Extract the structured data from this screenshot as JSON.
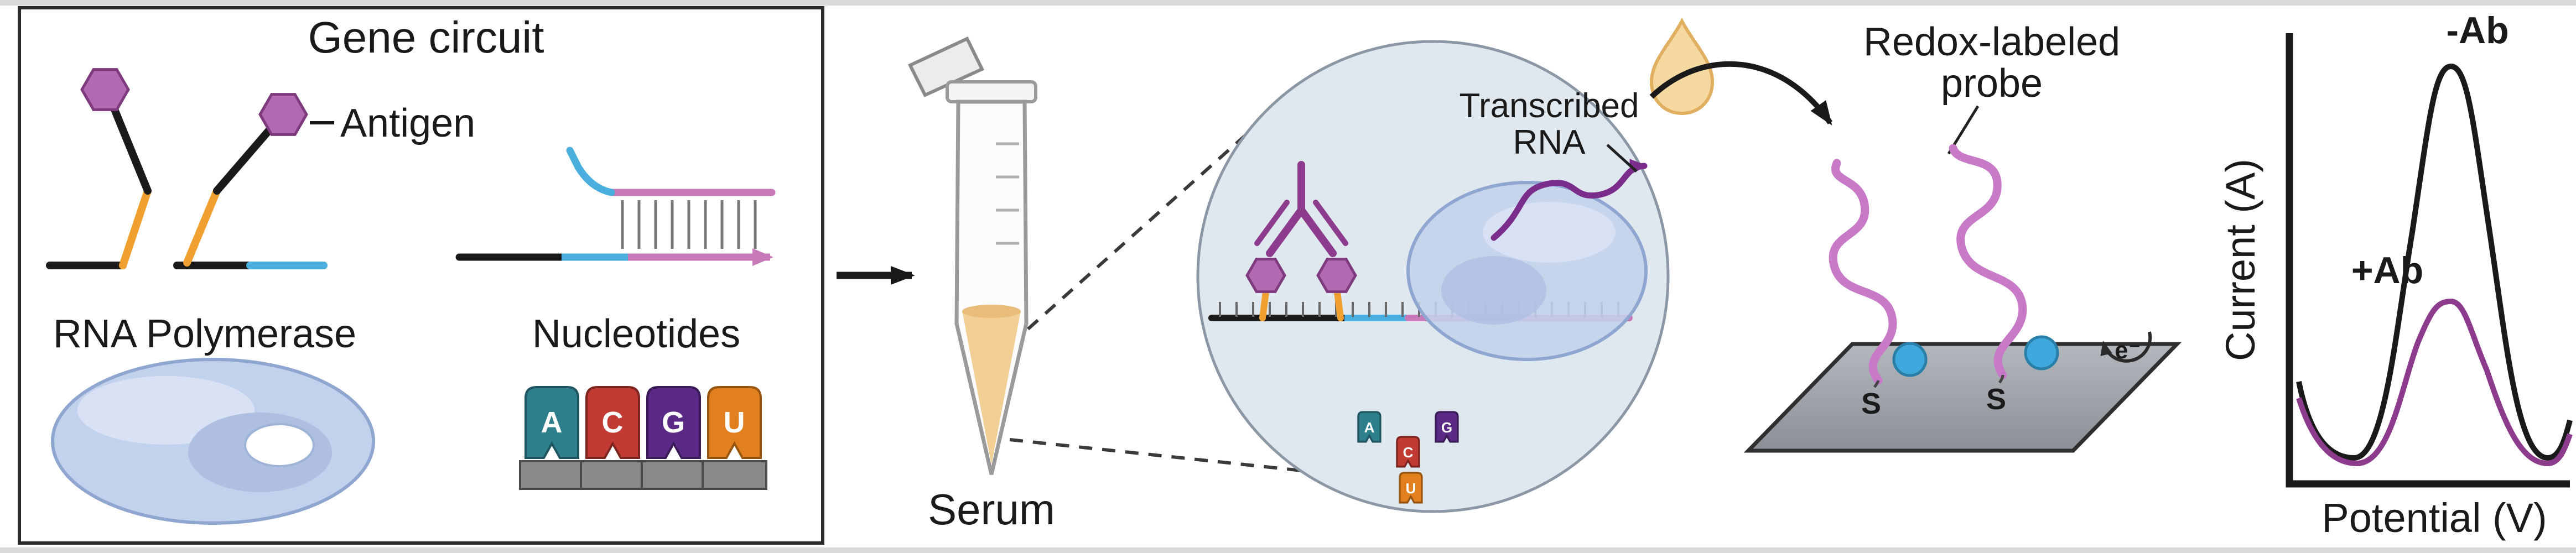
{
  "gene_circuit": {
    "title": "Gene circuit",
    "antigen_label": "Antigen",
    "rna_polymerase_label": "RNA Polymerase",
    "nucleotides_label": "Nucleotides",
    "nucleotides": [
      {
        "letter": "A",
        "color": "#2e7f8c"
      },
      {
        "letter": "C",
        "color": "#c23b33"
      },
      {
        "letter": "G",
        "color": "#5b2a86"
      },
      {
        "letter": "U",
        "color": "#e2801f"
      }
    ]
  },
  "sample": {
    "serum_label": "Serum"
  },
  "reaction_view": {
    "transcribed_rna_label": {
      "line1": "Transcribed",
      "line2": "RNA"
    }
  },
  "detection": {
    "probe_label": {
      "line1": "Redox-labeled",
      "line2": "probe"
    },
    "thiol_symbol": "S",
    "electron_label": "e⁻"
  },
  "graph": {
    "ylabel": "Current (A)",
    "xlabel": "Potential (V)",
    "curves": [
      {
        "label": "-Ab",
        "color": "#1a1a1a",
        "relative_peak_height": 1.0
      },
      {
        "label": "+Ab",
        "color": "#8d3b8d",
        "relative_peak_height": 0.4
      }
    ]
  },
  "chart_data": {
    "type": "line",
    "title": "",
    "xlabel": "Potential (V)",
    "ylabel": "Current (A)",
    "series": [
      {
        "name": "-Ab",
        "description": "tall voltammetric peak (no antibody)",
        "relative_peak_height": 1.0
      },
      {
        "name": "+Ab",
        "description": "small voltammetric peak (with antibody)",
        "relative_peak_height": 0.4
      }
    ],
    "axes_ticks": "none (schematic)"
  },
  "colors": {
    "antigen_purple": "#b269b2",
    "antibody_purple": "#8d3b8d",
    "probe_purple": "#c879c8",
    "linker_orange": "#f0a030",
    "promoter_blue": "#4aaede",
    "rna_pink": "#c879b8",
    "serum_fill": "#f2cf95",
    "polymerase_fill": "#c3d2ec",
    "electrode_gray": "#9aa0a6",
    "redox_label_blue": "#3fa8dc"
  }
}
